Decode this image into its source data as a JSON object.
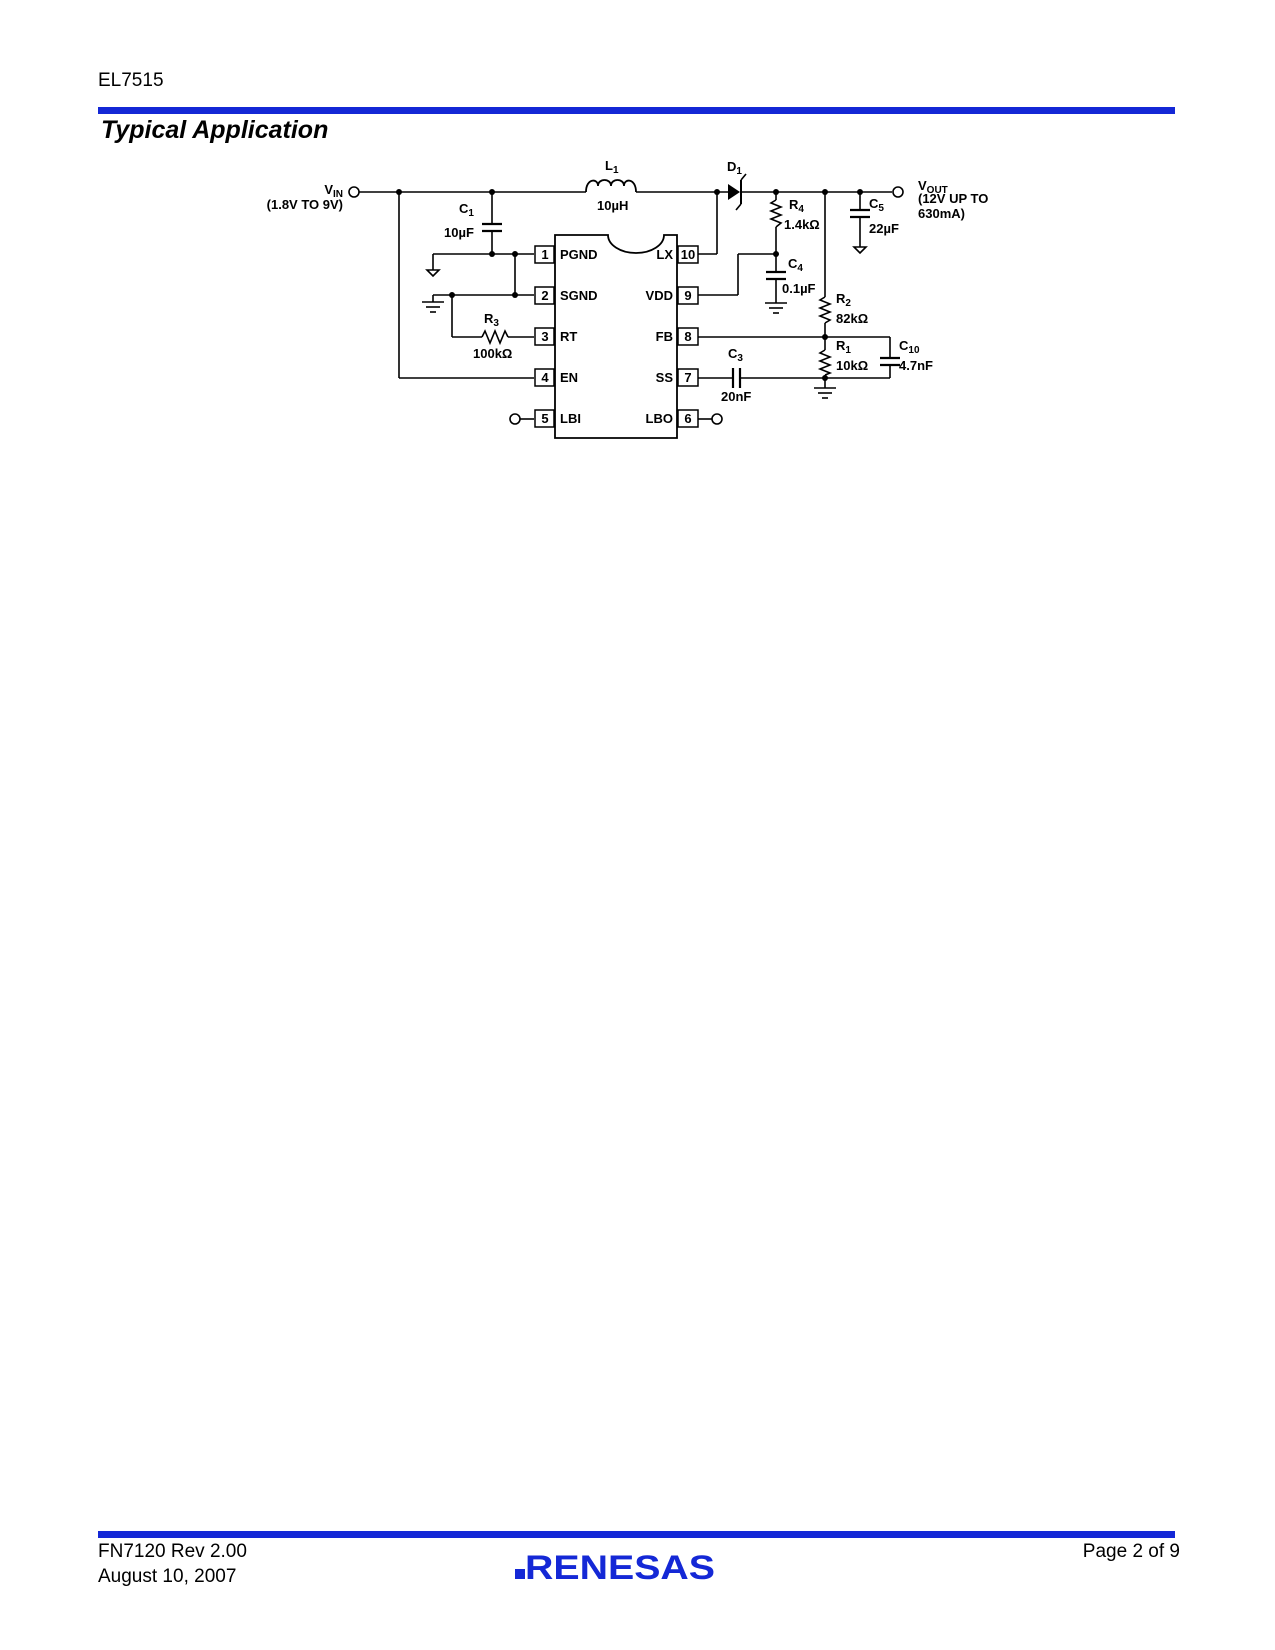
{
  "header": {
    "part_number": "EL7515"
  },
  "section": {
    "title": "Typical Application"
  },
  "schematic": {
    "vin": {
      "label": "V",
      "sub": "IN",
      "range": "(1.8V TO 9V)"
    },
    "vout": {
      "label": "V",
      "sub": "OUT",
      "line1": "(12V UP TO",
      "line2": "630mA)"
    },
    "L1": {
      "ref": "L",
      "sub": "1",
      "value": "10µH"
    },
    "D1": {
      "ref": "D",
      "sub": "1"
    },
    "C1": {
      "ref": "C",
      "sub": "1",
      "value": "10µF"
    },
    "C3": {
      "ref": "C",
      "sub": "3",
      "value": "20nF"
    },
    "C4": {
      "ref": "C",
      "sub": "4",
      "value": "0.1µF"
    },
    "C5": {
      "ref": "C",
      "sub": "5",
      "value": "22µF"
    },
    "C10": {
      "ref": "C",
      "sub": "10",
      "value": "4.7nF"
    },
    "R1": {
      "ref": "R",
      "sub": "1",
      "value": "10kΩ"
    },
    "R2": {
      "ref": "R",
      "sub": "2",
      "value": "82kΩ"
    },
    "R3": {
      "ref": "R",
      "sub": "3",
      "value": "100kΩ"
    },
    "R4": {
      "ref": "R",
      "sub": "4",
      "value": "1.4kΩ"
    },
    "ic": {
      "left_pins": [
        {
          "num": "1",
          "name": "PGND"
        },
        {
          "num": "2",
          "name": "SGND"
        },
        {
          "num": "3",
          "name": "RT"
        },
        {
          "num": "4",
          "name": "EN"
        },
        {
          "num": "5",
          "name": "LBI"
        }
      ],
      "right_pins": [
        {
          "num": "10",
          "name": "LX"
        },
        {
          "num": "9",
          "name": "VDD"
        },
        {
          "num": "8",
          "name": "FB"
        },
        {
          "num": "7",
          "name": "SS"
        },
        {
          "num": "6",
          "name": "LBO"
        }
      ]
    }
  },
  "footer": {
    "doc": "FN7120  Rev 2.00",
    "date": "August 10, 2007",
    "page": "Page 2 of 9",
    "logo_text": "RENESAS",
    "brand_color": "#1428d6"
  }
}
